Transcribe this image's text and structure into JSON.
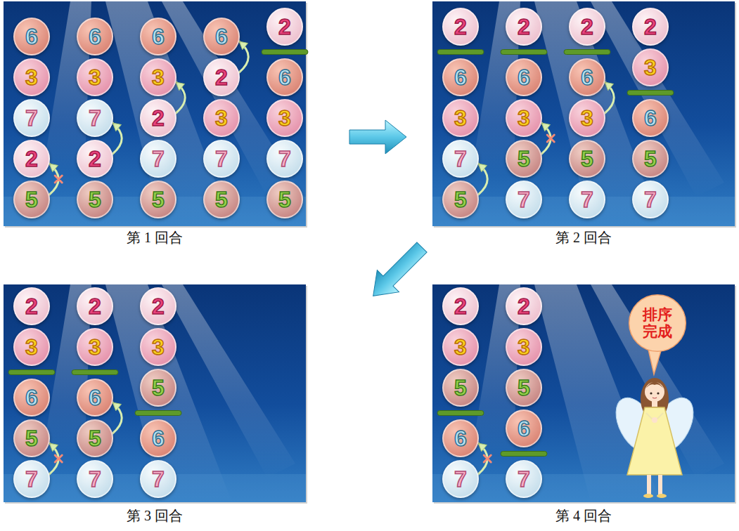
{
  "diagram": {
    "nodes": [
      {
        "text": [
          "6"
        ]
      },
      {
        "text": [
          "3"
        ]
      },
      {
        "text": [
          "7"
        ]
      },
      {
        "text": [
          "2"
        ]
      },
      {
        "text": [
          "5"
        ]
      },
      {
        "text": [
          "6"
        ]
      },
      {
        "text": [
          "3"
        ]
      },
      {
        "text": [
          "7"
        ]
      },
      {
        "text": [
          "2"
        ]
      },
      {
        "text": [
          "5"
        ]
      },
      {
        "text": [
          "6"
        ]
      },
      {
        "text": [
          "3"
        ]
      },
      {
        "text": [
          "2"
        ]
      },
      {
        "text": [
          "7"
        ]
      },
      {
        "text": [
          "5"
        ]
      },
      {
        "text": [
          "6"
        ]
      },
      {
        "text": [
          "2"
        ]
      },
      {
        "text": [
          "3"
        ]
      },
      {
        "text": [
          "7"
        ]
      },
      {
        "text": [
          "5"
        ]
      },
      {
        "text": [
          "2"
        ]
      },
      {
        "text": [
          "6"
        ]
      },
      {
        "text": [
          "3"
        ]
      },
      {
        "text": [
          "7"
        ]
      },
      {
        "text": [
          "5"
        ]
      },
      {
        "text": [
          "2"
        ]
      },
      {
        "text": [
          "6"
        ]
      },
      {
        "text": [
          "3"
        ]
      },
      {
        "text": [
          "7"
        ]
      },
      {
        "text": [
          "5"
        ]
      },
      {
        "text": [
          "2"
        ]
      },
      {
        "text": [
          "6"
        ]
      },
      {
        "text": [
          "3"
        ]
      },
      {
        "text": [
          "5"
        ]
      },
      {
        "text": [
          "7"
        ]
      },
      {
        "text": [
          "2"
        ]
      },
      {
        "text": [
          "6"
        ]
      },
      {
        "text": [
          "3"
        ]
      },
      {
        "text": [
          "5"
        ]
      },
      {
        "text": [
          "7"
        ]
      },
      {
        "text": [
          "2"
        ]
      },
      {
        "text": [
          "3"
        ]
      },
      {
        "text": [
          "6"
        ]
      },
      {
        "text": [
          "5"
        ]
      },
      {
        "text": [
          "7"
        ]
      },
      {
        "text": [
          "2"
        ]
      },
      {
        "text": [
          "3"
        ]
      },
      {
        "text": [
          "6"
        ]
      },
      {
        "text": [
          "5"
        ]
      },
      {
        "text": [
          "7"
        ]
      },
      {
        "text": [
          "2"
        ]
      },
      {
        "text": [
          "3"
        ]
      },
      {
        "text": [
          "6"
        ]
      },
      {
        "text": [
          "5"
        ]
      },
      {
        "text": [
          "7"
        ]
      },
      {
        "text": [
          "2"
        ]
      },
      {
        "text": [
          "3"
        ]
      },
      {
        "text": [
          "5"
        ]
      },
      {
        "text": [
          "6"
        ]
      },
      {
        "text": [
          "7"
        ]
      },
      {
        "text": [
          "2"
        ]
      },
      {
        "text": [
          "3"
        ]
      },
      {
        "text": [
          "5"
        ]
      },
      {
        "text": [
          "6"
        ]
      },
      {
        "text": [
          "7"
        ]
      },
      {
        "text": [
          "2"
        ]
      },
      {
        "text": [
          "3"
        ]
      },
      {
        "text": [
          "5"
        ]
      },
      {
        "text": [
          "6"
        ]
      },
      {
        "text": [
          "7"
        ]
      },
      {
        "text": [
          "排序 完成"
        ]
      }
    ],
    "edges": [
      {
        "from": 4,
        "to": 3,
        "arrow": "to"
      },
      {
        "from": 8,
        "to": 7,
        "arrow": "to"
      },
      {
        "from": 12,
        "to": 11,
        "arrow": "to"
      },
      {
        "from": 16,
        "to": 15,
        "arrow": "to"
      },
      {
        "from": 29,
        "to": 28,
        "arrow": "to"
      },
      {
        "from": 33,
        "to": 32,
        "arrow": "to"
      },
      {
        "from": 37,
        "to": 36,
        "arrow": "to"
      },
      {
        "from": 49,
        "to": 48,
        "arrow": "to"
      },
      {
        "from": 53,
        "to": 52,
        "arrow": "to"
      },
      {
        "from": 64,
        "to": 63,
        "arrow": "to"
      }
    ],
    "labels": [
      "第 1 回合",
      "第 2 回合",
      "第 3 回合",
      "第 4 回合"
    ]
  }
}
